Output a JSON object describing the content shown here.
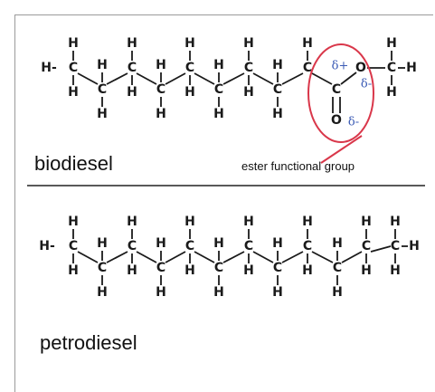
{
  "labels": {
    "biodiesel": "biodiesel",
    "petrodiesel": "petrodiesel",
    "ester_group": "ester functional group"
  },
  "atoms": {
    "carbon": "C",
    "hydrogen": "H",
    "oxygen": "O",
    "methyl_hydrogen_left": "H-",
    "terminal_bond_h": "-H",
    "delta_plus": "δ+",
    "delta_minus": "δ-"
  },
  "colors": {
    "ester_circle": "#d9374a",
    "partial_charge": "#3b5bb5"
  }
}
